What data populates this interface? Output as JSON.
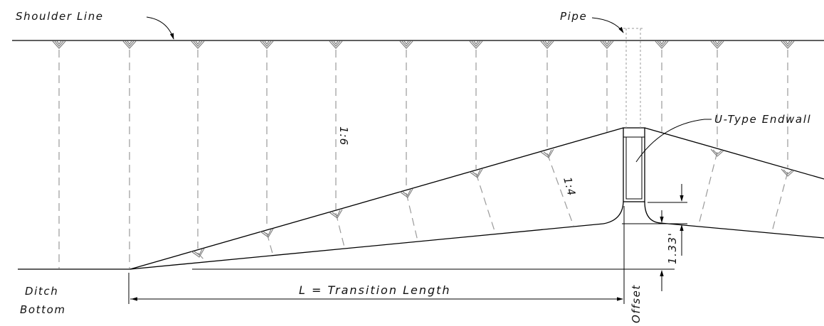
{
  "labels": {
    "shoulder_line": "Shoulder Line",
    "pipe": "Pipe",
    "endwall": "U-Type Endwall",
    "ditch_line1": "Ditch",
    "ditch_line2": "Bottom",
    "transition_length": "L = Transition Length",
    "slope_shoulder": "1:6",
    "slope_transition": "1:4",
    "dim_height": "1.33'",
    "offset": "Offset"
  }
}
